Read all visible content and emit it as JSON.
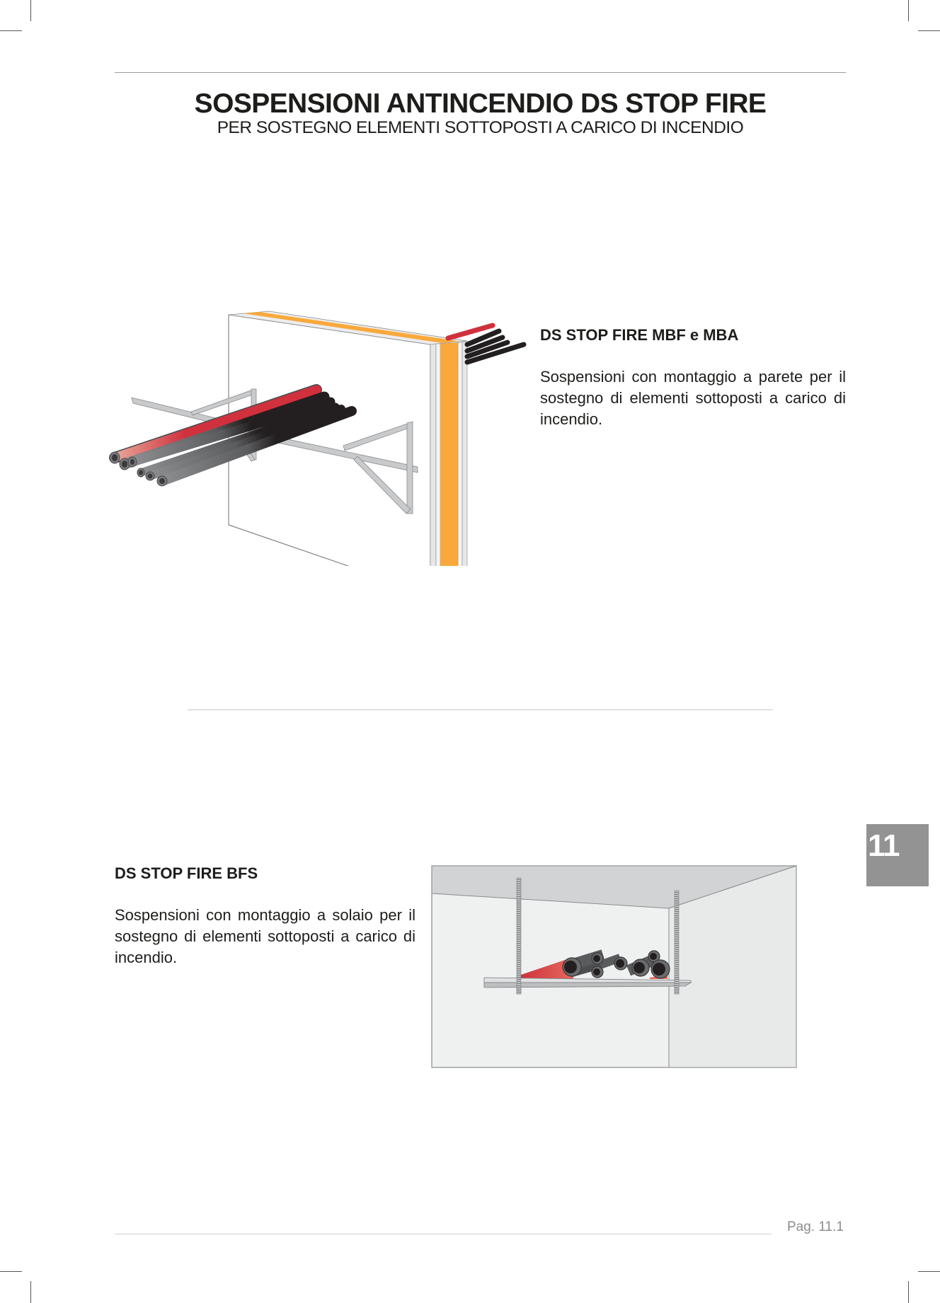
{
  "header": {
    "title": "SOSPENSIONI ANTINCENDIO DS STOP FIRE",
    "subtitle": "PER SOSTEGNO ELEMENTI SOTTOPOSTI A CARICO DI INCENDIO"
  },
  "sections": [
    {
      "heading": "DS STOP FIRE MBF e MBA",
      "body": "Sospensioni con montaggio a parete per il sostegno di elementi sottoposti a carico di incendio.",
      "illustration": "wall-mounted-bracket-with-pipes"
    },
    {
      "heading": "DS STOP FIRE BFS",
      "body": "Sospensioni con montaggio a solaio per il sostegno di elementi sottoposti a carico di incendio.",
      "illustration": "ceiling-mounted-hanger-with-pipes"
    }
  ],
  "chapter_tab": {
    "label": "11",
    "color": "#939393"
  },
  "footer": {
    "page_label": "Pag. 11.1"
  },
  "colors": {
    "text": "#1d1d1b",
    "rule": "#9a9a9a",
    "fire_orange": "#f9a93b",
    "pipe_red": "#d0313d",
    "pipe_black": "#231f20",
    "steel_gray": "#c9cacb"
  }
}
